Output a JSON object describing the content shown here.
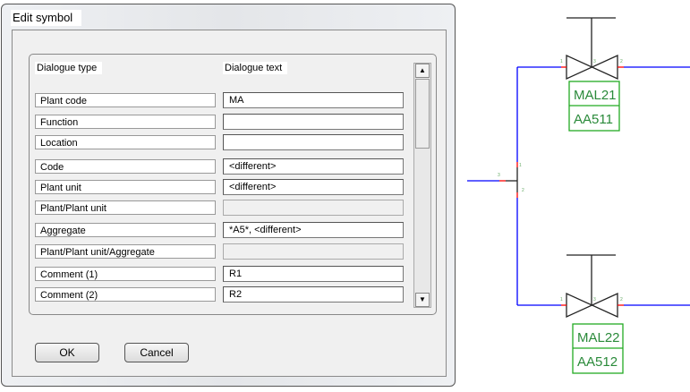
{
  "dialog": {
    "title": "Edit symbol",
    "headers": {
      "type": "Dialogue type",
      "text": "Dialogue text"
    },
    "rows": [
      {
        "label": "Plant code",
        "value": "MA",
        "disabled": false
      },
      {
        "label": "Function",
        "value": "",
        "disabled": false
      },
      {
        "label": "Location",
        "value": "",
        "disabled": false
      },
      {
        "label": "Code",
        "value": "<different>",
        "disabled": false
      },
      {
        "label": "Plant unit",
        "value": "<different>",
        "disabled": false
      },
      {
        "label": "Plant/Plant unit",
        "value": "",
        "disabled": true
      },
      {
        "label": "Aggregate",
        "value": "*A5*, <different>",
        "disabled": false
      },
      {
        "label": "Plant/Plant unit/Aggregate",
        "value": "",
        "disabled": true
      },
      {
        "label": "Comment (1)",
        "value": "R1",
        "disabled": false
      },
      {
        "label": "Comment (2)",
        "value": "R2",
        "disabled": false
      }
    ],
    "ok_label": "OK",
    "cancel_label": "Cancel"
  },
  "diagram": {
    "valves": [
      {
        "tag": "MAL21",
        "code": "AA511"
      },
      {
        "tag": "MAL22",
        "code": "AA512"
      }
    ],
    "pin_labels": {
      "in": "1",
      "mid": "3",
      "out": "2"
    },
    "colors": {
      "pipe": "#0000ff",
      "connector": "#ff0000",
      "symbol": "#222222",
      "label": "#22aa22"
    }
  }
}
